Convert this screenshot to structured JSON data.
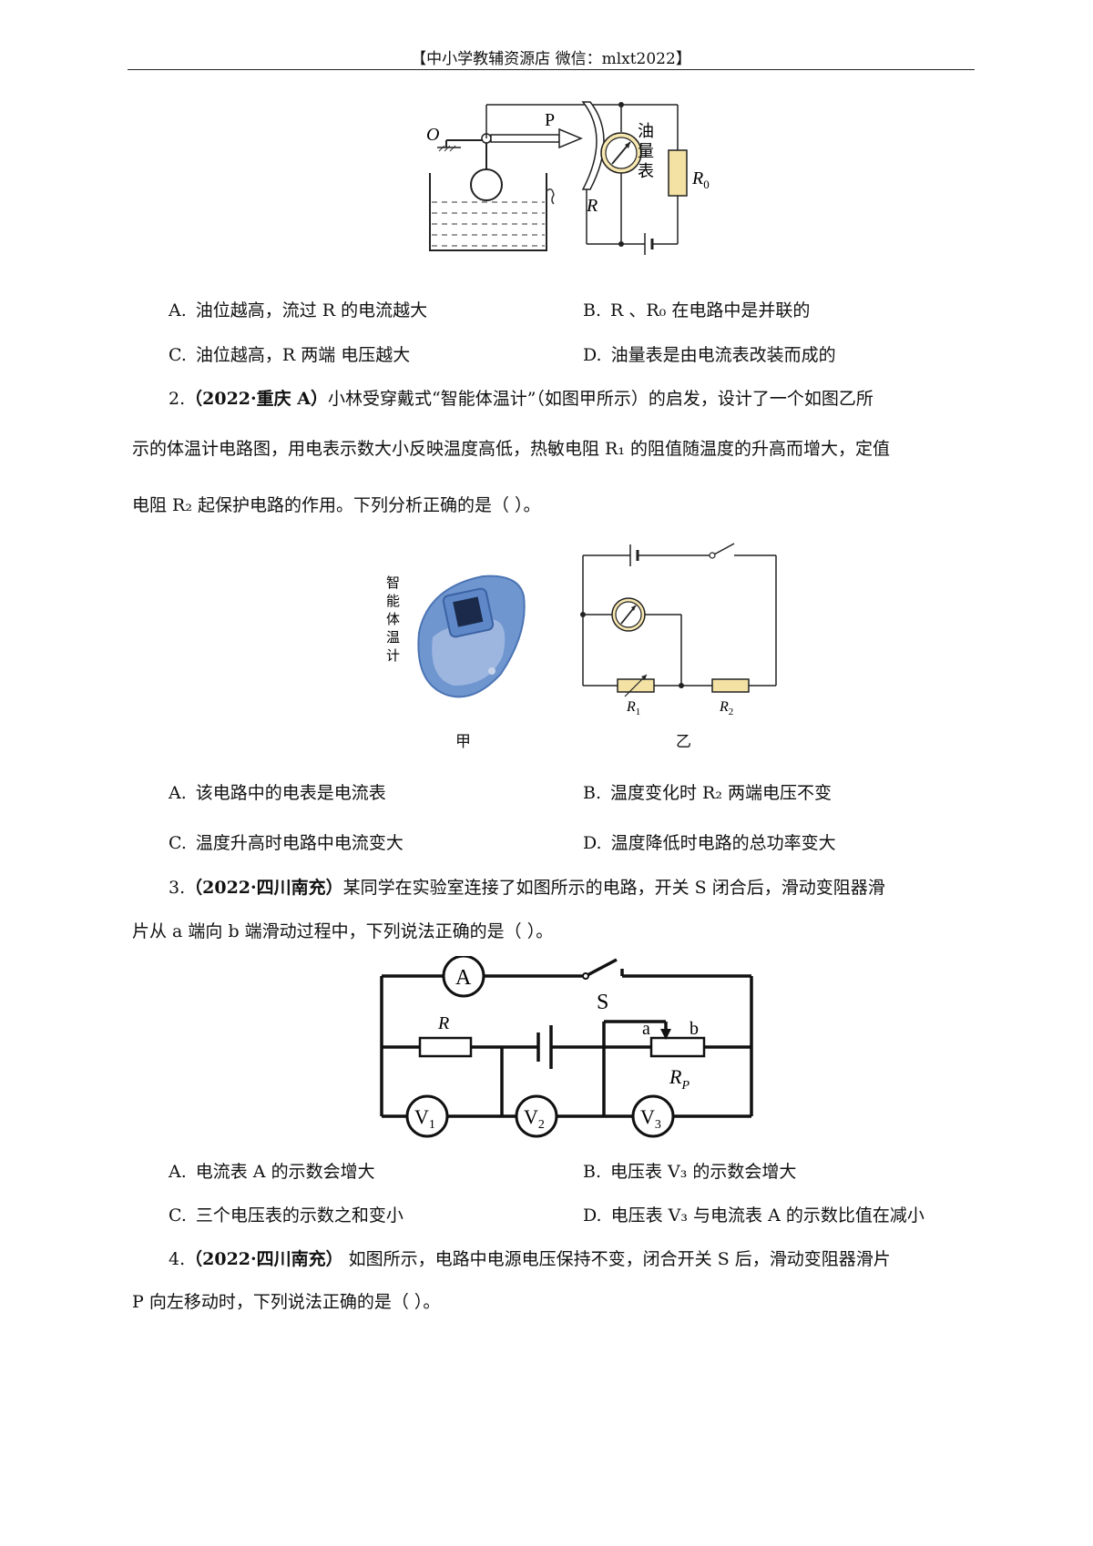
{
  "header": {
    "text": "【中小学教辅资源店  微信：mlxt2022】"
  },
  "fig1": {
    "label_O": "O",
    "label_P": "P",
    "label_R": "R",
    "label_R0": "R",
    "label_R0_sub": "0",
    "gauge_label": [
      "油",
      "量",
      "表"
    ]
  },
  "q1": {
    "options": [
      {
        "key": "A.",
        "text": "油位越高，流过 R 的电流越大"
      },
      {
        "key": "B.",
        "text": "R 、R₀ 在电路中是并联的"
      },
      {
        "key": "C.",
        "text": "油位越高，R 两端   电压越大"
      },
      {
        "key": "D.",
        "text": "油量表是由电流表改装而成的"
      }
    ]
  },
  "q2": {
    "number": "2.",
    "source": "（2022·重庆 A）",
    "line1": "小林受穿戴式“智能体温计”（如图甲所示）的启发，设计了一个如图乙所",
    "line2": "示的体温计电路图，用电表示数大小反映温度高低，热敏电阻 R₁ 的阻值随温度的升高而增大，定值",
    "line3": "电阻 R₂ 起保护电路的作用。下列分析正确的是（        ）。",
    "device_label": [
      "智",
      "能",
      "体",
      "温",
      "计"
    ],
    "caption_left": "甲",
    "caption_right": "乙",
    "label_R1": "R",
    "label_R1_sub": "1",
    "label_R2": "R",
    "label_R2_sub": "2",
    "options": [
      {
        "key": "A.",
        "text": "该电路中的电表是电流表"
      },
      {
        "key": "B.",
        "text": "温度变化时 R₂ 两端电压不变"
      },
      {
        "key": "C.",
        "text": "温度升高时电路中电流变大"
      },
      {
        "key": "D.",
        "text": "温度降低时电路的总功率变大"
      }
    ]
  },
  "q3": {
    "number": "3.",
    "source": "（2022·四川南充）",
    "line1": "某同学在实验室连接了如图所示的电路，开关 S 闭合后，滑动变阻器滑",
    "line2": "片从 a 端向 b 端滑动过程中，下列说法正确的是（        ）。",
    "labels": {
      "ammeter": "A",
      "switch": "S",
      "resistor": "R",
      "a": "a",
      "b": "b",
      "rp": "R",
      "rp_sub": "P",
      "v1": "V",
      "v1_sub": "1",
      "v2": "V",
      "v2_sub": "2",
      "v3": "V",
      "v3_sub": "3"
    },
    "options": [
      {
        "key": "A.",
        "text": "电流表 A 的示数会增大"
      },
      {
        "key": "B.",
        "text": "电压表 V₃ 的示数会增大"
      },
      {
        "key": "C.",
        "text": "三个电压表的示数之和变小"
      },
      {
        "key": "D.",
        "text": "电压表 V₃ 与电流表 A 的示数比值在减小"
      }
    ]
  },
  "q4": {
    "number": "4.",
    "source": "（2022·四川南充）",
    "line1": "  如图所示，电路中电源电压保持不变，闭合开关 S 后，滑动变阻器滑片",
    "line2": "P 向左移动时，下列说法正确的是（        ）。"
  }
}
